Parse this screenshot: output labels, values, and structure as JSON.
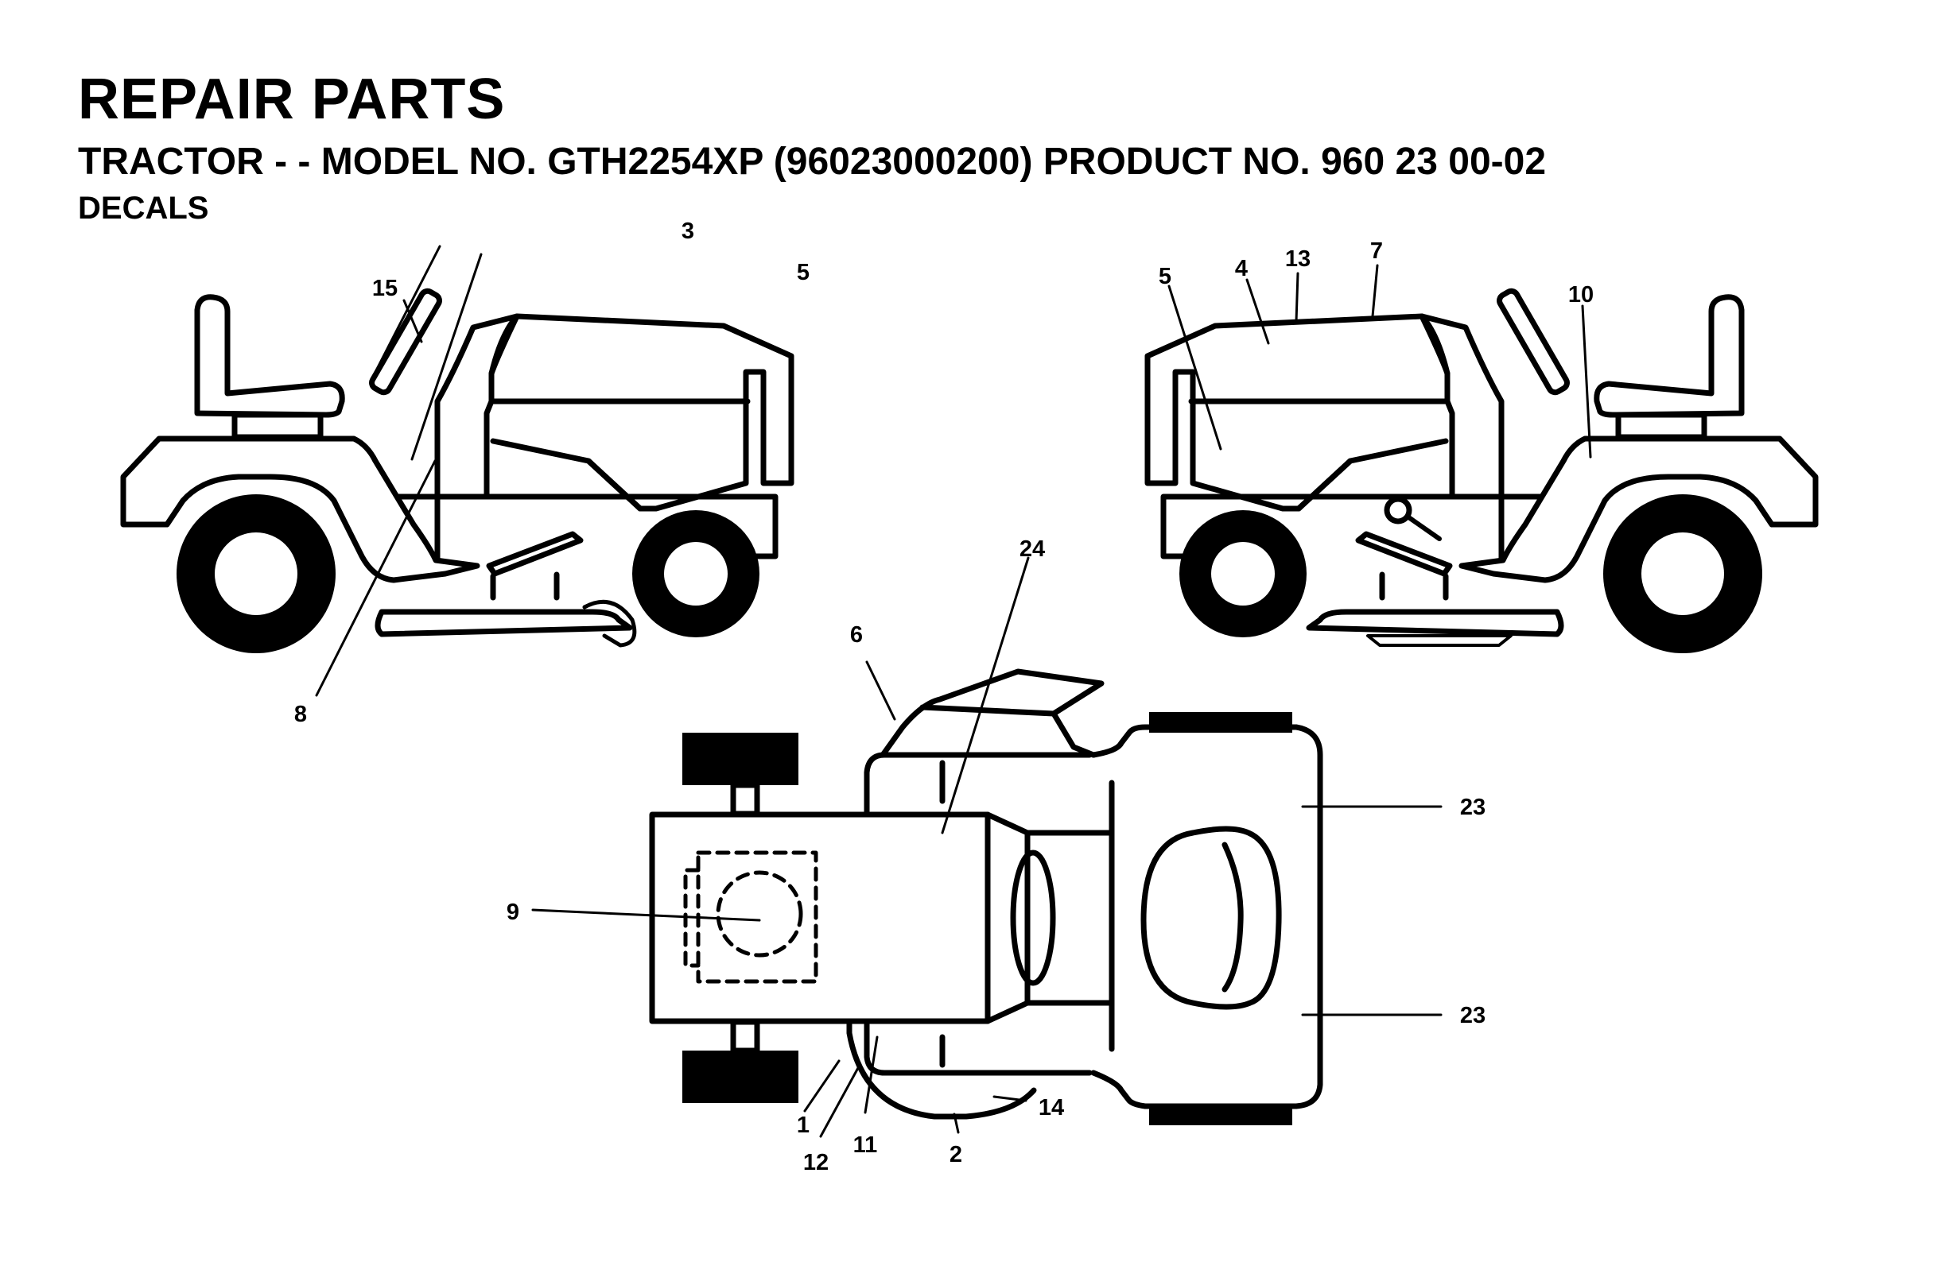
{
  "header": {
    "title": "REPAIR PARTS",
    "subtitle": "TRACTOR - - MODEL NO. GTH2254XP (96023000200) PRODUCT NO. 960 23 00-02",
    "section": "DECALS"
  },
  "callouts": {
    "left_view": [
      "15",
      "3",
      "5",
      "8"
    ],
    "right_view": [
      "5",
      "4",
      "13",
      "7",
      "10"
    ],
    "top_view": [
      "24",
      "6",
      "9",
      "23",
      "23",
      "1",
      "12",
      "11",
      "2",
      "14"
    ]
  }
}
